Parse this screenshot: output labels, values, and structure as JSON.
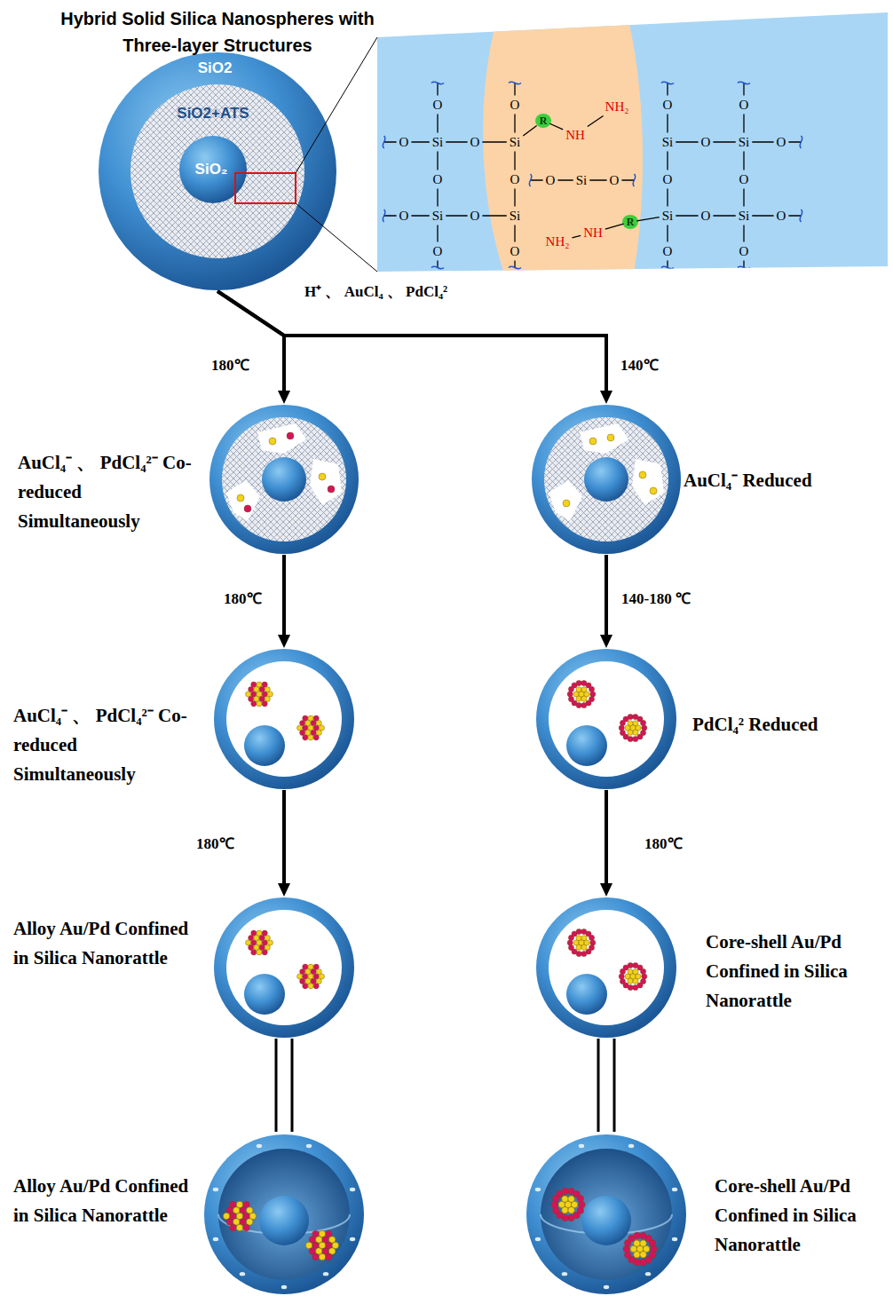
{
  "diagram": {
    "title": "Hybrid Solid Silica Nanospheres with Three-layer Structures",
    "nodes": [
      {
        "text": [
          "SiO2",
          "SiO2+ATS",
          "SiO₂"
        ]
      },
      {
        "text": [
          "AuCl₄⁻ 、 PdCl₄²⁻ Co-reduced Simultaneously"
        ]
      },
      {
        "text": [
          "AuCl₄⁻ Reduced"
        ]
      },
      {
        "text": [
          "AuCl₄⁻ 、 PdCl₄²⁻ Co-reduced Simultaneously"
        ]
      },
      {
        "text": [
          "PdCl₄² Reduced"
        ]
      },
      {
        "text": [
          "Alloy Au/Pd Confined in Silica Nanorattle"
        ]
      },
      {
        "text": [
          "Core-shell Au/Pd Confined in Silica Nanorattle"
        ]
      },
      {
        "text": [
          "Alloy Au/Pd Confined in Silica Nanorattle"
        ]
      },
      {
        "text": [
          "Core-shell Au/Pd Confined in Silica Nanorattle"
        ]
      }
    ],
    "edges": [
      {
        "from": 0,
        "to": 1,
        "label": "180℃",
        "arrow": "to"
      },
      {
        "from": 0,
        "to": 2,
        "label": "140℃",
        "arrow": "to"
      },
      {
        "from": 1,
        "to": 3,
        "label": "180℃",
        "arrow": "to"
      },
      {
        "from": 2,
        "to": 4,
        "label": "140-180 ℃",
        "arrow": "to"
      },
      {
        "from": 3,
        "to": 5,
        "label": "180℃",
        "arrow": "to"
      },
      {
        "from": 4,
        "to": 6,
        "label": "180℃",
        "arrow": "to"
      },
      {
        "from": 5,
        "to": 7,
        "arrow": "none"
      },
      {
        "from": 6,
        "to": 8,
        "arrow": "none"
      }
    ],
    "labels": [
      "H⁺ 、 AuCl₄ 、 PdCl₄²",
      "O",
      "Si",
      "O",
      "O",
      "O",
      "Si",
      "O",
      "O",
      "O",
      "Si",
      "O",
      "R",
      "NH",
      "NH₂",
      "O",
      "Si",
      "O",
      "Si",
      "O",
      "O",
      "O",
      "Si",
      "O",
      "Si",
      "O",
      "O",
      "O",
      "O",
      "Si",
      "O",
      "Si",
      "O",
      "O",
      "O",
      "NH₂",
      "NH",
      "R"
    ]
  }
}
